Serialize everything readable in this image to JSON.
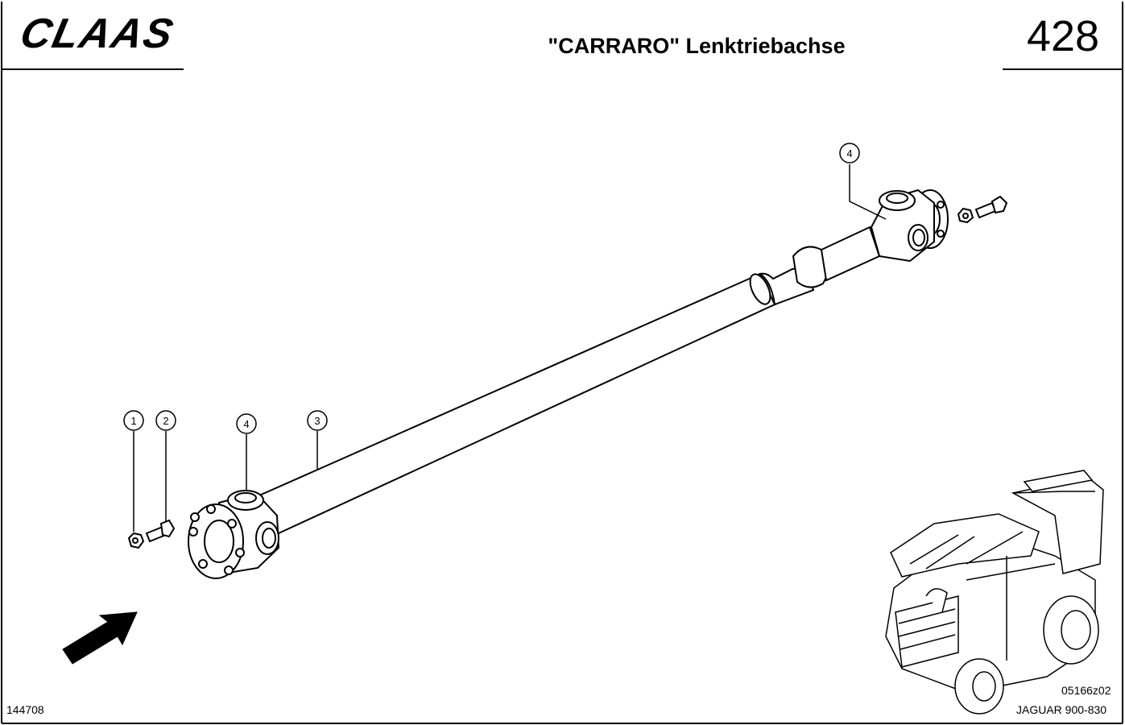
{
  "header": {
    "brand": "CLAAS",
    "title": "\"CARRARO\" Lenktriebachse",
    "page_number": "428"
  },
  "callouts": [
    {
      "id": "callout-1",
      "label": "1"
    },
    {
      "id": "callout-2",
      "label": "2"
    },
    {
      "id": "callout-4a",
      "label": "4"
    },
    {
      "id": "callout-3",
      "label": "3"
    },
    {
      "id": "callout-4b",
      "label": "4"
    }
  ],
  "footer": {
    "drawing_number": "144708",
    "sheet_code": "05166z02",
    "model": "JAGUAR 900-830"
  }
}
